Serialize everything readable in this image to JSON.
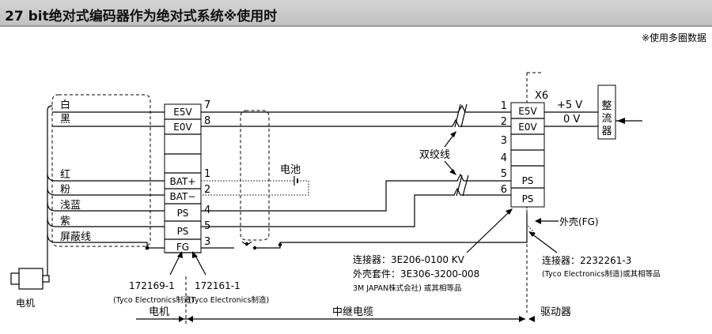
{
  "title": "27 bit绝对式编码器作为绝对式系统※使用时",
  "note": "※使用多圈数据",
  "motor": {
    "wires": [
      "白",
      "黑",
      "红",
      "粉",
      "浅蓝",
      "紫",
      "屏蔽线"
    ],
    "label": "电机",
    "connectors": [
      {
        "part": "172169-1",
        "maker": "(Tyco Electronics制造)"
      },
      {
        "part": "172161-1",
        "maker": "(Tyco Electronics制造)"
      }
    ]
  },
  "encoder_connector": {
    "pins": [
      {
        "num": "7",
        "label": "E5V"
      },
      {
        "num": "8",
        "label": "E0V"
      },
      {
        "num": "",
        "label": ""
      },
      {
        "num": "",
        "label": ""
      },
      {
        "num": "1",
        "label": "BAT+"
      },
      {
        "num": "2",
        "label": "BAT−"
      },
      {
        "num": "4",
        "label": "PS"
      },
      {
        "num": "5",
        "label": "PS"
      },
      {
        "num": "3",
        "label": "FG"
      }
    ]
  },
  "battery_label": "电池",
  "twisted_pair_label": "双绞线",
  "driver": {
    "connector_name": "X6",
    "pins": [
      {
        "num": "1",
        "label": "E5V"
      },
      {
        "num": "2",
        "label": "E0V"
      },
      {
        "num": "3",
        "label": ""
      },
      {
        "num": "4",
        "label": ""
      },
      {
        "num": "5",
        "label": "PS"
      },
      {
        "num": "6",
        "label": "PS"
      }
    ],
    "voltages": [
      "+5 V",
      "0 V"
    ],
    "rectifier": "整流器",
    "shell_label": "外壳(FG)"
  },
  "cable_connector": {
    "line1": "连接器：3E206-0100 KV",
    "line2": "外壳套件：3E306-3200-008",
    "line3": "3M JAPAN株式会社) 或其相等品"
  },
  "driver_connector": {
    "line1": "连接器：2232261-3",
    "line2": "(Tyco Electronics制造)或其相等品"
  },
  "sections": [
    "电机",
    "中继电缆",
    "驱动器"
  ]
}
